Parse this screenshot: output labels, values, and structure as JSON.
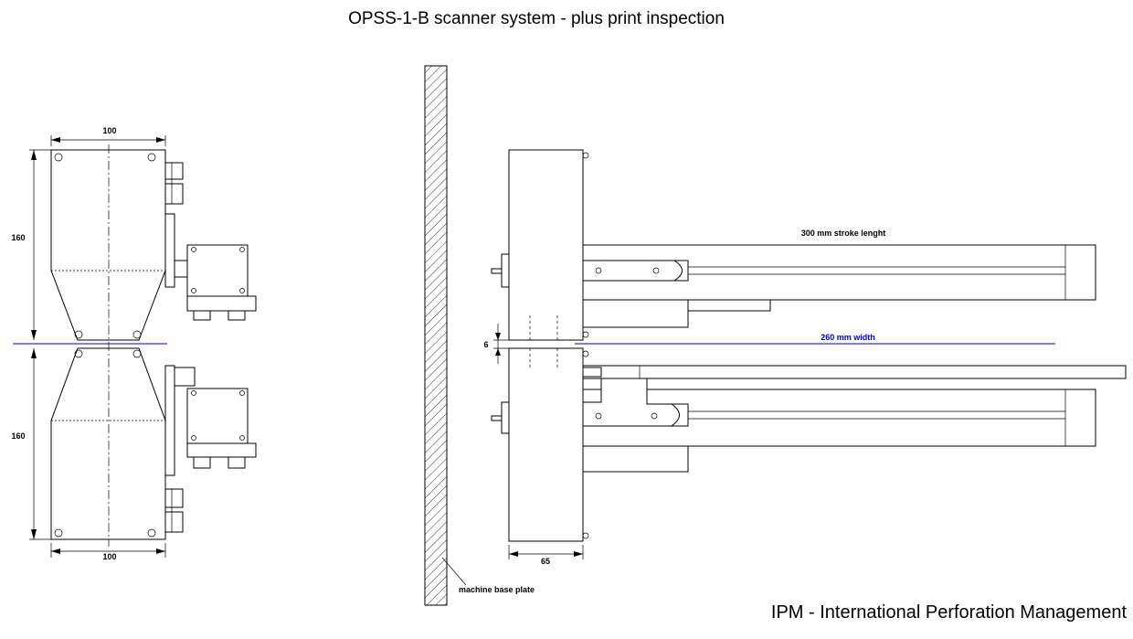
{
  "title": "OPSS-1-B scanner system - plus print inspection",
  "footer": "IPM - International Perforation Management",
  "dimensions": {
    "width_top": "100",
    "width_bottom": "100",
    "height_top": "160",
    "height_bottom": "160",
    "gap": "6",
    "depth": "65",
    "stroke": "300 mm stroke lenght",
    "web_width": "260 mm width"
  },
  "labels": {
    "base_plate": "machine base plate"
  },
  "colors": {
    "line": "#000000",
    "web_line": "#0000cc",
    "background": "#ffffff"
  }
}
